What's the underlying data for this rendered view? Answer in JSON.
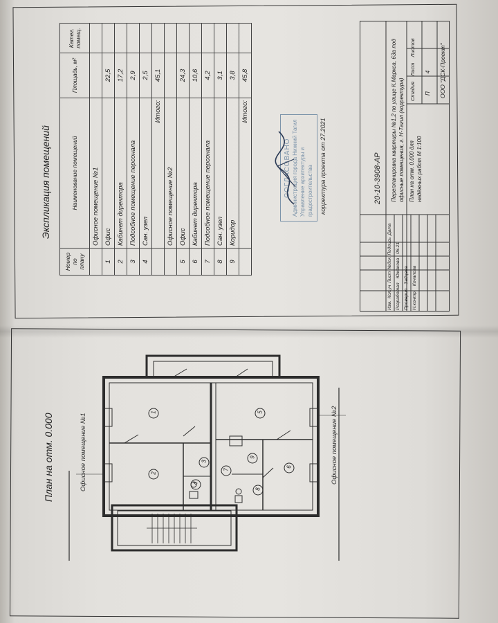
{
  "plan": {
    "title": "План на отм. 0.000",
    "office1_label": "Офисное помещение №1",
    "office2_label": "Офисное помещение №2",
    "room_markers": [
      "1",
      "2",
      "3",
      "4",
      "5",
      "6",
      "7",
      "8",
      "9"
    ]
  },
  "explication": {
    "title": "Экспликация помещений",
    "headers": {
      "num": "Номер по плану",
      "name": "Наименование помещений",
      "area": "Площадь, м²",
      "cat": "Катег. помещ."
    },
    "rows": [
      {
        "num": "",
        "name": "Офисное помещение №1",
        "area": ""
      },
      {
        "num": "1",
        "name": "Офис",
        "area": "22,5"
      },
      {
        "num": "2",
        "name": "Кабинет директора",
        "area": "17,2"
      },
      {
        "num": "3",
        "name": "Подсобное помещение персонала",
        "area": "2,9"
      },
      {
        "num": "4",
        "name": "Сан. узел",
        "area": "2,5"
      },
      {
        "num": "",
        "name": "Итого:",
        "area": "45,1"
      },
      {
        "num": "",
        "name": "Офисное помещение №2",
        "area": ""
      },
      {
        "num": "5",
        "name": "Офис",
        "area": "24,3"
      },
      {
        "num": "6",
        "name": "Кабинет директора",
        "area": "10,6"
      },
      {
        "num": "7",
        "name": "Подсобное помещение персонала",
        "area": "4,2"
      },
      {
        "num": "8",
        "name": "Сан. узел",
        "area": "3,1"
      },
      {
        "num": "9",
        "name": "Коридор",
        "area": "3,8"
      },
      {
        "num": "",
        "name": "Итого:",
        "area": "45,8"
      }
    ]
  },
  "stamp": {
    "title": "СОГЛАСОВАНО",
    "line1": "Администрация города Нижний Тагил",
    "line2": "Управление архитектуры и",
    "line3": "градостроительства",
    "note": "корректура проекта от 27.2021"
  },
  "title_block": {
    "code": "20-10-3908-АР",
    "description": "Перепланировка квартиры №1,2 по улице К.Маркса, 63а под офисные помещения, г. Н-Тагил (корректура)",
    "sheet_name": "План на отм. 0.000 для надёжных работ М 1:100",
    "company": "ООО \"ДСК-Проект\"",
    "col_headers": [
      "Изм.",
      "Кол.уч",
      "Лист",
      "№док",
      "Подпись",
      "Дата"
    ],
    "roles": [
      {
        "role": "Разработал",
        "name": "Юмакова",
        "date": "06.21"
      },
      {
        "role": "Проверил",
        "name": "Зайцева",
        "date": ""
      },
      {
        "role": "Н.контр.",
        "name": "Кочалова",
        "date": ""
      }
    ],
    "stage_headers": [
      "Стадия",
      "Лист",
      "Листов"
    ],
    "stage_values": [
      "П",
      "4",
      ""
    ]
  },
  "colors": {
    "paper": "#e4e2de",
    "ink": "#2a2a2a",
    "stamp": "#5a7a99"
  }
}
